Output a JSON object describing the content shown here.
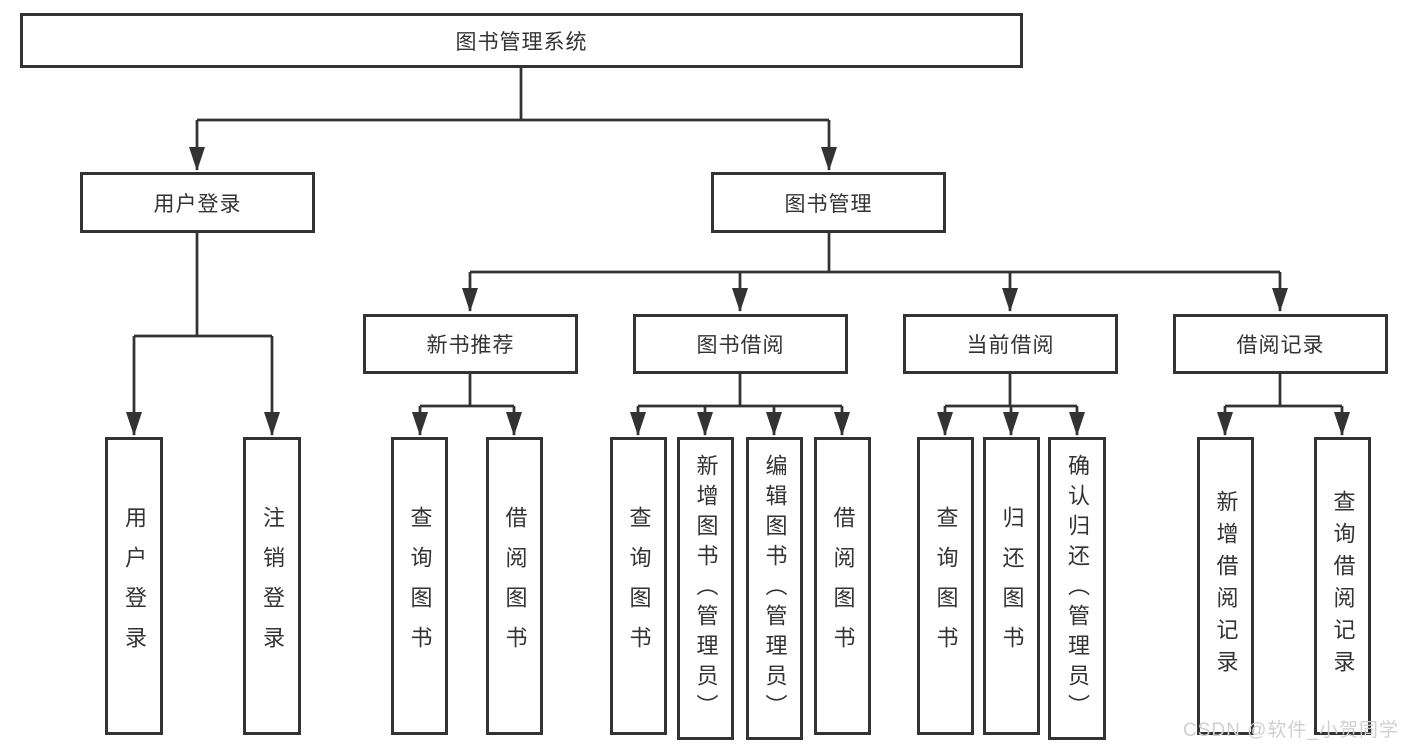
{
  "colors": {
    "line": "#333333",
    "text": "#333333",
    "background": "#ffffff",
    "watermark_text": "#d0d0d0"
  },
  "watermark": "CSDN @软件_小贺同学",
  "tree": {
    "label": "图书管理系统",
    "children": [
      {
        "label": "用户登录",
        "children": [
          {
            "label": "用户登录"
          },
          {
            "label": "注销登录"
          }
        ]
      },
      {
        "label": "图书管理",
        "children": [
          {
            "label": "新书推荐",
            "children": [
              {
                "label": "查询图书"
              },
              {
                "label": "借阅图书"
              }
            ]
          },
          {
            "label": "图书借阅",
            "children": [
              {
                "label": "查询图书"
              },
              {
                "label": "新增图书（管理员）"
              },
              {
                "label": "编辑图书（管理员）"
              },
              {
                "label": "借阅图书"
              }
            ]
          },
          {
            "label": "当前借阅",
            "children": [
              {
                "label": "查询图书"
              },
              {
                "label": "归还图书"
              },
              {
                "label": "确认归还（管理员）"
              }
            ]
          },
          {
            "label": "借阅记录",
            "children": [
              {
                "label": "新增借阅记录"
              },
              {
                "label": "查询借阅记录"
              }
            ]
          }
        ]
      }
    ]
  }
}
